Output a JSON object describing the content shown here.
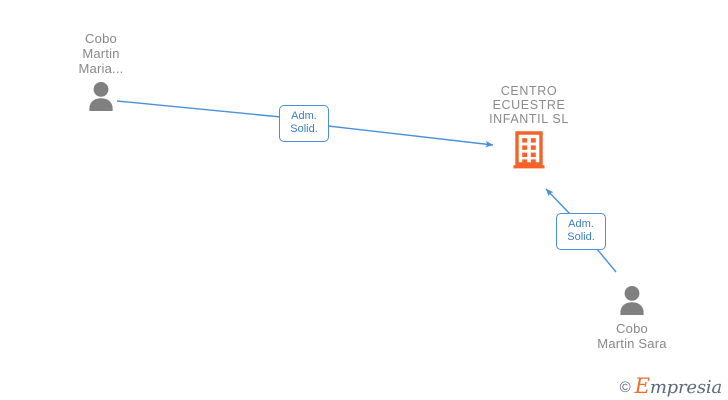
{
  "graph": {
    "company": {
      "name": "CENTRO\nECUESTRE\nINFANTIL  SL",
      "icon": "building-icon",
      "color": "#f4642a"
    },
    "persons": [
      {
        "name": "Cobo\nMartin\nMaria...",
        "icon": "person-icon",
        "color": "#808080"
      },
      {
        "name": "Cobo\nMartin Sara",
        "icon": "person-icon",
        "color": "#808080"
      }
    ],
    "relations": [
      {
        "label": "Adm.\nSolid.",
        "from": "Cobo Martin Maria...",
        "to": "CENTRO ECUESTRE INFANTIL SL",
        "color": "#4a90d9"
      },
      {
        "label": "Adm.\nSolid.",
        "from": "Cobo Martin Sara",
        "to": "CENTRO ECUESTRE INFANTIL SL",
        "color": "#4a90d9"
      }
    ]
  },
  "watermark": {
    "copyright": "©",
    "initial": "E",
    "rest": "mpresia"
  }
}
